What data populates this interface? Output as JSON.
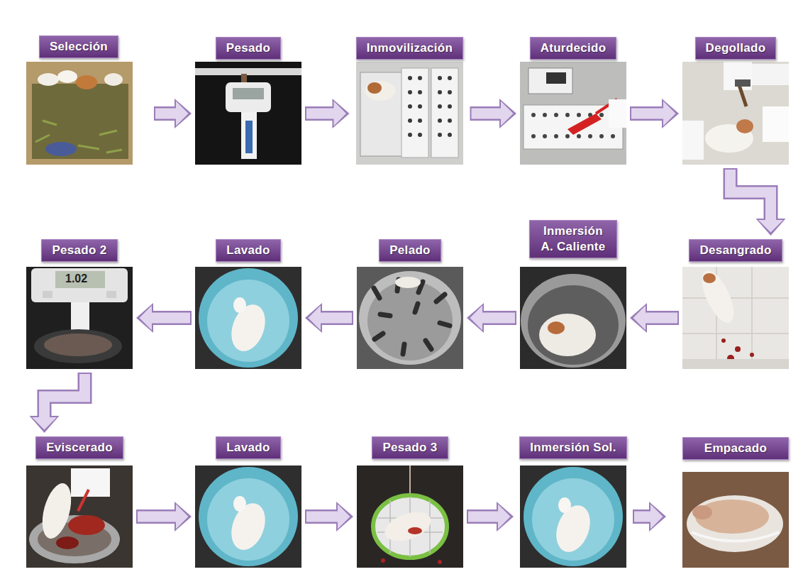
{
  "diagram": {
    "nodes": [
      {
        "text": [
          "Selección"
        ]
      },
      {
        "text": [
          "Pesado"
        ]
      },
      {
        "text": [
          "Inmovilización"
        ]
      },
      {
        "text": [
          "Aturdecido"
        ]
      },
      {
        "text": [
          "Degollado"
        ]
      },
      {
        "text": [
          "Desangrado"
        ]
      },
      {
        "text": [
          "Inmersión A. Caliente"
        ]
      },
      {
        "text": [
          "Pelado"
        ]
      },
      {
        "text": [
          "Lavado"
        ]
      },
      {
        "text": [
          "Pesado 2"
        ]
      },
      {
        "text": [
          "Eviscerado"
        ]
      },
      {
        "text": [
          "Lavado"
        ]
      },
      {
        "text": [
          "Pesado 3"
        ]
      },
      {
        "text": [
          "Inmersión Sol."
        ]
      },
      {
        "text": [
          "Empacado"
        ]
      }
    ],
    "edges": [
      {
        "from": 0,
        "to": 1,
        "arrow": "to"
      },
      {
        "from": 1,
        "to": 2,
        "arrow": "to"
      },
      {
        "from": 2,
        "to": 3,
        "arrow": "to"
      },
      {
        "from": 3,
        "to": 4,
        "arrow": "to"
      },
      {
        "from": 4,
        "to": 5,
        "arrow": "to"
      },
      {
        "from": 5,
        "to": 6,
        "arrow": "to"
      },
      {
        "from": 6,
        "to": 7,
        "arrow": "to"
      },
      {
        "from": 7,
        "to": 8,
        "arrow": "to"
      },
      {
        "from": 8,
        "to": 9,
        "arrow": "to"
      },
      {
        "from": 9,
        "to": 10,
        "arrow": "to"
      },
      {
        "from": 10,
        "to": 11,
        "arrow": "to"
      },
      {
        "from": 11,
        "to": 12,
        "arrow": "to"
      },
      {
        "from": 12,
        "to": 13,
        "arrow": "to"
      },
      {
        "from": 13,
        "to": 14,
        "arrow": "to"
      }
    ],
    "labels": [
      "1.02"
    ]
  }
}
